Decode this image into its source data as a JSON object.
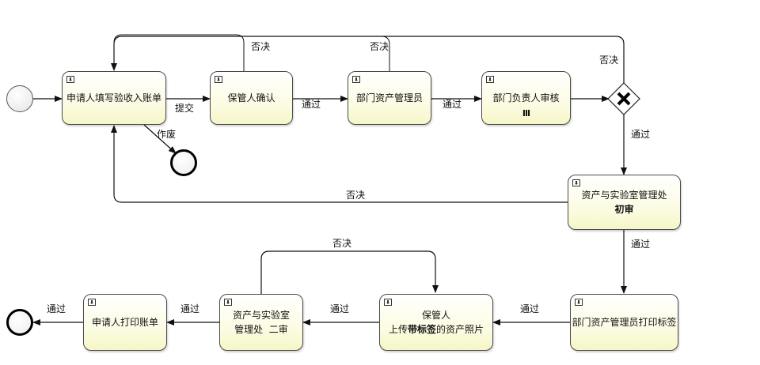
{
  "tasks": {
    "t1": "申请人填写验收入账单",
    "t2": "保管人确认",
    "t3": "部门资产管理员",
    "t4": "部门负责人审核",
    "t4_marker": "III",
    "t5_line1": "资产与实验室管理处",
    "t5_line2": "初审",
    "t6": "部门资产管理员打印标签",
    "t7_line1": "保管人",
    "t7_line2_pre": "上传",
    "t7_line2_bold": "带标签",
    "t7_line2_post": "的资产照片",
    "t8_line1": "资产与实验室",
    "t8_line2": "管理处  二审",
    "t9": "申请人打印账单"
  },
  "flows": {
    "submit": "提交",
    "void": "作废",
    "pass_t2_t3": "通过",
    "pass_t3_t4": "通过",
    "pass_gw_t5": "通过",
    "pass_t5_t6": "通过",
    "pass_t6_t7": "通过",
    "pass_t7_t8": "通过",
    "pass_t8_t9": "通过",
    "pass_t9_end": "通过",
    "reject_t2": "否决",
    "reject_t3": "否决",
    "reject_gw": "否决",
    "reject_t5": "否决",
    "reject_t8": "否决"
  },
  "colors": {
    "task_fill": "#f6f6c8",
    "stroke": "#111111"
  }
}
